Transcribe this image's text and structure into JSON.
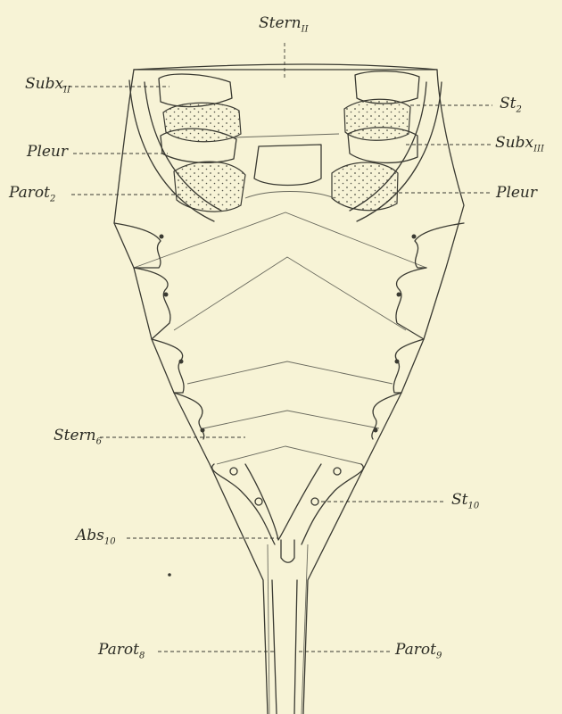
{
  "labels": {
    "stern_ii": {
      "main": "Stern",
      "sub": "II"
    },
    "subx_ii": {
      "main": "Subx",
      "sub": "II"
    },
    "st_2": {
      "main": "St",
      "sub": "2"
    },
    "pleur_left": {
      "main": "Pleur",
      "sub": ""
    },
    "subx_iii": {
      "main": "Subx",
      "sub": "III"
    },
    "parot_2": {
      "main": "Parot",
      "sub": "2"
    },
    "pleur_right": {
      "main": "Pleur",
      "sub": ""
    },
    "stern_6": {
      "main": "Stern",
      "sub": "6"
    },
    "st_10": {
      "main": "St",
      "sub": "10"
    },
    "abs_10": {
      "main": "Abs",
      "sub": "10"
    },
    "parot_8": {
      "main": "Parot",
      "sub": "8"
    },
    "parot_9": {
      "main": "Parot",
      "sub": "9"
    }
  },
  "colors": {
    "background": "#f7f3d6",
    "ink": "#3a3a32"
  }
}
